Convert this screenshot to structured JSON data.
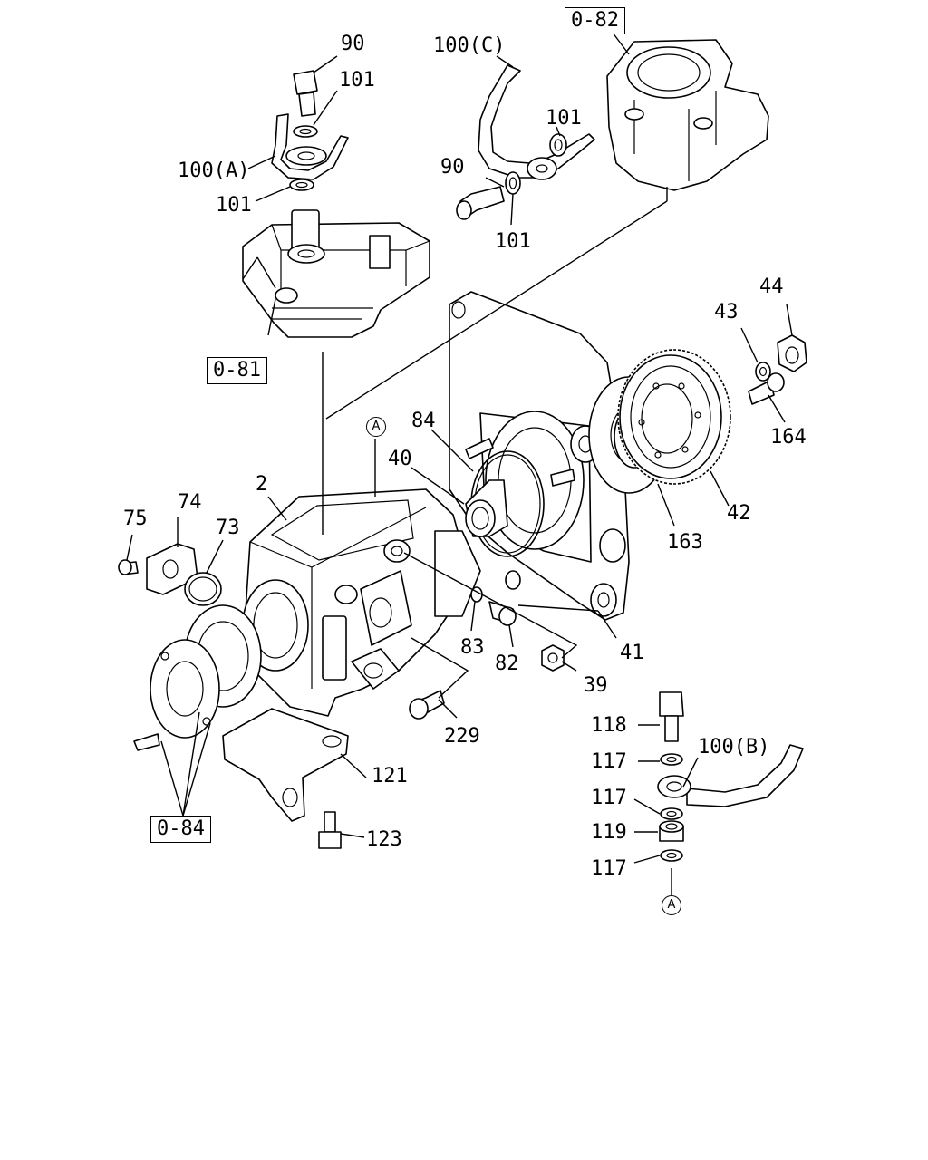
{
  "callouts": [
    {
      "id": "c90a",
      "text": "90"
    },
    {
      "id": "c101a",
      "text": "101"
    },
    {
      "id": "c100a",
      "text": "100(A)"
    },
    {
      "id": "c101b",
      "text": "101"
    },
    {
      "id": "c100c",
      "text": "100(C)"
    },
    {
      "id": "c101c",
      "text": "101"
    },
    {
      "id": "c90b",
      "text": "90"
    },
    {
      "id": "c101d",
      "text": "101"
    },
    {
      "id": "c44",
      "text": "44"
    },
    {
      "id": "c43",
      "text": "43"
    },
    {
      "id": "c164",
      "text": "164"
    },
    {
      "id": "c84",
      "text": "84"
    },
    {
      "id": "c40",
      "text": "40"
    },
    {
      "id": "c2",
      "text": "2"
    },
    {
      "id": "c74",
      "text": "74"
    },
    {
      "id": "c75",
      "text": "75"
    },
    {
      "id": "c73",
      "text": "73"
    },
    {
      "id": "c163",
      "text": "163"
    },
    {
      "id": "c42",
      "text": "42"
    },
    {
      "id": "c83",
      "text": "83"
    },
    {
      "id": "c82",
      "text": "82"
    },
    {
      "id": "c41",
      "text": "41"
    },
    {
      "id": "c39",
      "text": "39"
    },
    {
      "id": "c229",
      "text": "229"
    },
    {
      "id": "c118",
      "text": "118"
    },
    {
      "id": "c100b",
      "text": "100(B)"
    },
    {
      "id": "c117a",
      "text": "117"
    },
    {
      "id": "c117b",
      "text": "117"
    },
    {
      "id": "c119",
      "text": "119"
    },
    {
      "id": "c117c",
      "text": "117"
    },
    {
      "id": "c121",
      "text": "121"
    },
    {
      "id": "c123",
      "text": "123"
    }
  ],
  "group_refs": [
    {
      "id": "g082",
      "text": "0-82"
    },
    {
      "id": "g081",
      "text": "0-81"
    },
    {
      "id": "g084",
      "text": "0-84"
    }
  ],
  "connection_marks": [
    {
      "id": "markA1",
      "text": "A"
    },
    {
      "id": "markA2",
      "text": "A"
    }
  ]
}
